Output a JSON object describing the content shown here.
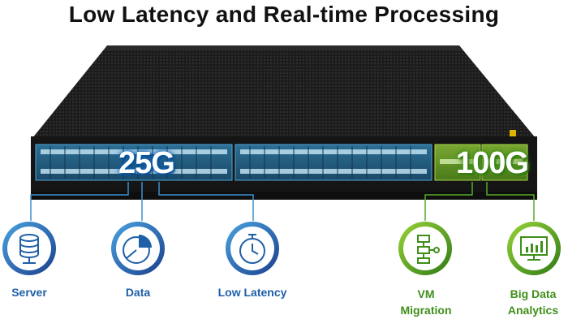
{
  "title": "Low Latency and Real-time Processing",
  "speeds": {
    "left": "25G",
    "right": "100G"
  },
  "features": {
    "server": "Server",
    "data": "Data",
    "low_latency": "Low Latency",
    "vm_migration_line1": "VM",
    "vm_migration_line2": "Migration",
    "big_data_line1": "Big Data",
    "big_data_line2": "Analytics"
  },
  "colors": {
    "blue": "#1f5fa8",
    "green": "#3f8f1a",
    "chassis": "#1a1a1a"
  },
  "icons": [
    "database-server-icon",
    "pie-chart-icon",
    "stopwatch-icon",
    "flowchart-icon",
    "monitor-chart-icon"
  ]
}
